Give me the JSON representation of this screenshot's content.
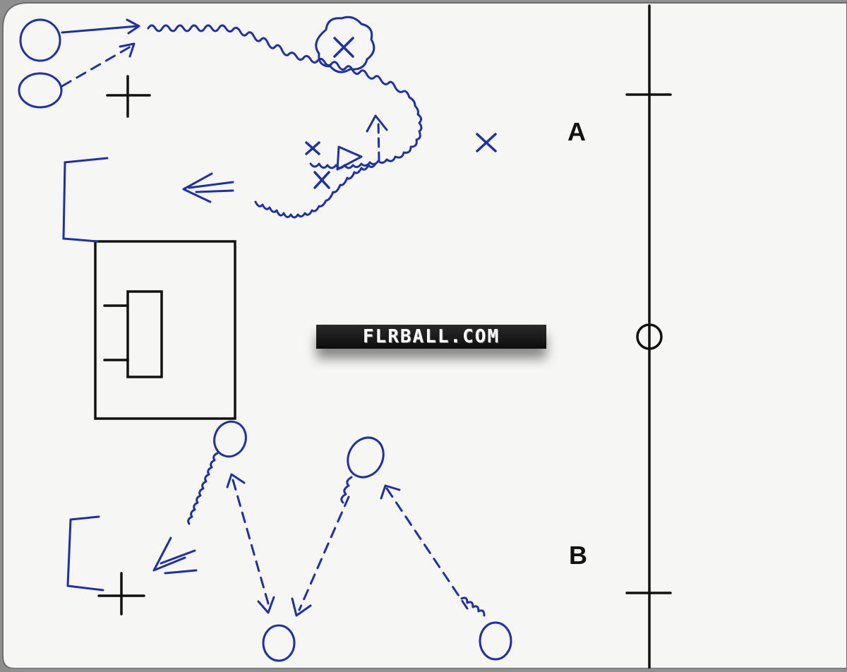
{
  "labels": {
    "zone_a": "A",
    "zone_b": "B"
  },
  "watermark": "FLRBALL.COM",
  "colors": {
    "board": "#f6f7f5",
    "pen_black": "#111111",
    "pen_blue": "#1f2fa8",
    "frame": "#8f8f8f"
  }
}
